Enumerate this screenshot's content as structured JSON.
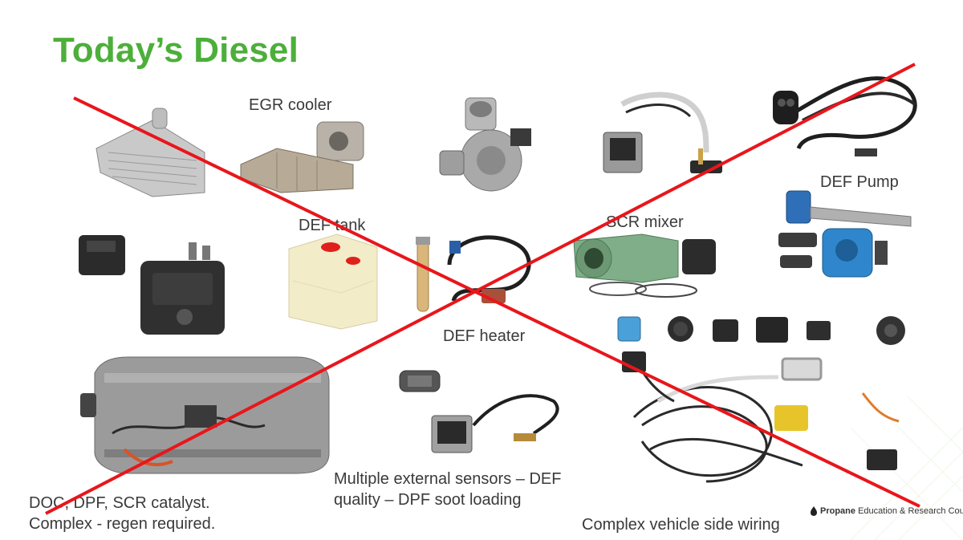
{
  "slide": {
    "title": "Today’s Diesel",
    "labels": {
      "egr_cooler": "EGR cooler",
      "def_pump": "DEF Pump",
      "def_tank": "DEF tank",
      "scr_mixer": "SCR mixer",
      "def_heater": "DEF heater",
      "sensors_line1": "Multiple external sensors – DEF",
      "sensors_line2": "quality – DPF soot loading",
      "doc_line1": "DOC, DPF, SCR catalyst.",
      "doc_line2": "Complex - regen required.",
      "wiring": "Complex vehicle side wiring"
    },
    "footer": {
      "org_bold": "Propane",
      "org_rest": " Education & Research Council"
    },
    "colors": {
      "title": "#4caf3a",
      "cross": "#e8161b",
      "text": "#3a3a3a"
    }
  }
}
